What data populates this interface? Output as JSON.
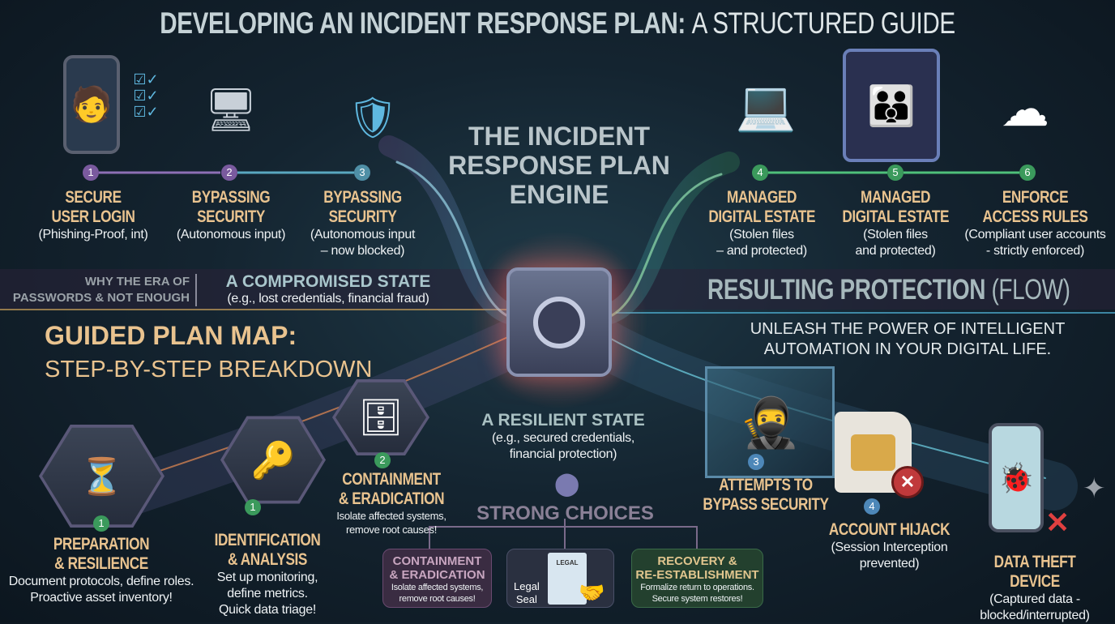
{
  "title": {
    "main": "DEVELOPING AN INCIDENT RESPONSE PLAN:",
    "accent": "A STRUCTURED GUIDE"
  },
  "engine": {
    "line1": "THE INCIDENT",
    "line2": "RESPONSE PLAN",
    "line3": "ENGINE"
  },
  "top_left_steps": [
    {
      "num": "1",
      "title1": "SECURE",
      "title2": "USER LOGIN",
      "sub1": "(Phishing-Proof, int)",
      "sub2": ""
    },
    {
      "num": "2",
      "title1": "BYPASSING",
      "title2": "SECURITY",
      "sub1": "(Autonomous input)",
      "sub2": ""
    },
    {
      "num": "3",
      "title1": "BYPASSING",
      "title2": "SECURITY",
      "sub1": "(Autonomous input",
      "sub2": "– now blocked)"
    }
  ],
  "top_right_steps": [
    {
      "num": "4",
      "title1": "MANAGED",
      "title2": "DIGITAL ESTATE",
      "sub1": "(Stolen files",
      "sub2": "– and protected)"
    },
    {
      "num": "5",
      "title1": "MANAGED",
      "title2": "DIGITAL ESTATE",
      "sub1": "(Stolen files",
      "sub2": "and protected)"
    },
    {
      "num": "6",
      "title1": "ENFORCE",
      "title2": "ACCESS RULES",
      "sub1": "(Compliant user accounts",
      "sub2": "- strictly enforced)"
    }
  ],
  "why": {
    "line1": "WHY THE ERA OF",
    "line2": "PASSWORDS  & NOT ENOUGH"
  },
  "compromised": {
    "title": "A COMPROMISED STATE",
    "sub": "(e.g., lost credentials, financial fraud)"
  },
  "resulting": {
    "title": "RESULTING PROTECTION",
    "accent": "(FLOW)"
  },
  "unleash": {
    "line1": "UNLEASH THE POWER OF INTELLIGENT",
    "line2": "AUTOMATION IN YOUR DIGITAL LIFE."
  },
  "guided": {
    "title": "GUIDED PLAN MAP:",
    "sub": "STEP-BY-STEP BREAKDOWN"
  },
  "plan_steps": [
    {
      "num": "1",
      "title1": "PREPARATION",
      "title2": "& RESILIENCE",
      "sub1": "Document protocols, define roles.",
      "sub2": "Proactive asset inventory!",
      "sub3": ""
    },
    {
      "num": "1",
      "title1": "IDENTIFICATION",
      "title2": "& ANALYSIS",
      "sub1": "Set up monitoring,",
      "sub2": "define metrics.",
      "sub3": "Quick data triage!"
    },
    {
      "num": "2",
      "title1": "CONTAINMENT",
      "title2": "& ERADICATION",
      "sub1": "Isolate affected systems,",
      "sub2": "remove root causes!",
      "sub3": ""
    }
  ],
  "resilient": {
    "title": "A RESILIENT STATE",
    "sub1": "(e.g., secured credentials,",
    "sub2": "financial protection)"
  },
  "strong_choices": {
    "title": "STRONG CHOICES",
    "containment": {
      "title1": "CONTAINMENT",
      "title2": "& ERADICATION",
      "sub1": "Isolate affected systems,",
      "sub2": "remove root causes!"
    },
    "legal": {
      "label1": "Legal",
      "label2": "Seal",
      "doc": "LEGAL"
    },
    "recovery": {
      "title1": "RECOVERY &",
      "title2": "RE-ESTABLISHMENT",
      "sub1": "Formalize return to operations.",
      "sub2": "Secure system restores!"
    }
  },
  "threats": [
    {
      "num": "3",
      "title1": "ATTEMPTS TO",
      "title2": "BYPASS SECURITY",
      "sub1": "",
      "sub2": ""
    },
    {
      "num": "4",
      "title1": "ACCOUNT HIJACK",
      "title2": "",
      "sub1": "(Session Interception",
      "sub2": "prevented)"
    },
    {
      "num": "",
      "title1": "DATA THEFT",
      "title2": "DEVICE",
      "sub1": "(Captured data -",
      "sub2": "blocked/interrupted)"
    }
  ],
  "colors": {
    "accent_orange": "#e9c38f",
    "title_gray": "#c5d2d6",
    "teal": "#4f8fa6",
    "green": "#3b9a5c",
    "purple": "#7a5a9e",
    "red": "#c0393b"
  }
}
